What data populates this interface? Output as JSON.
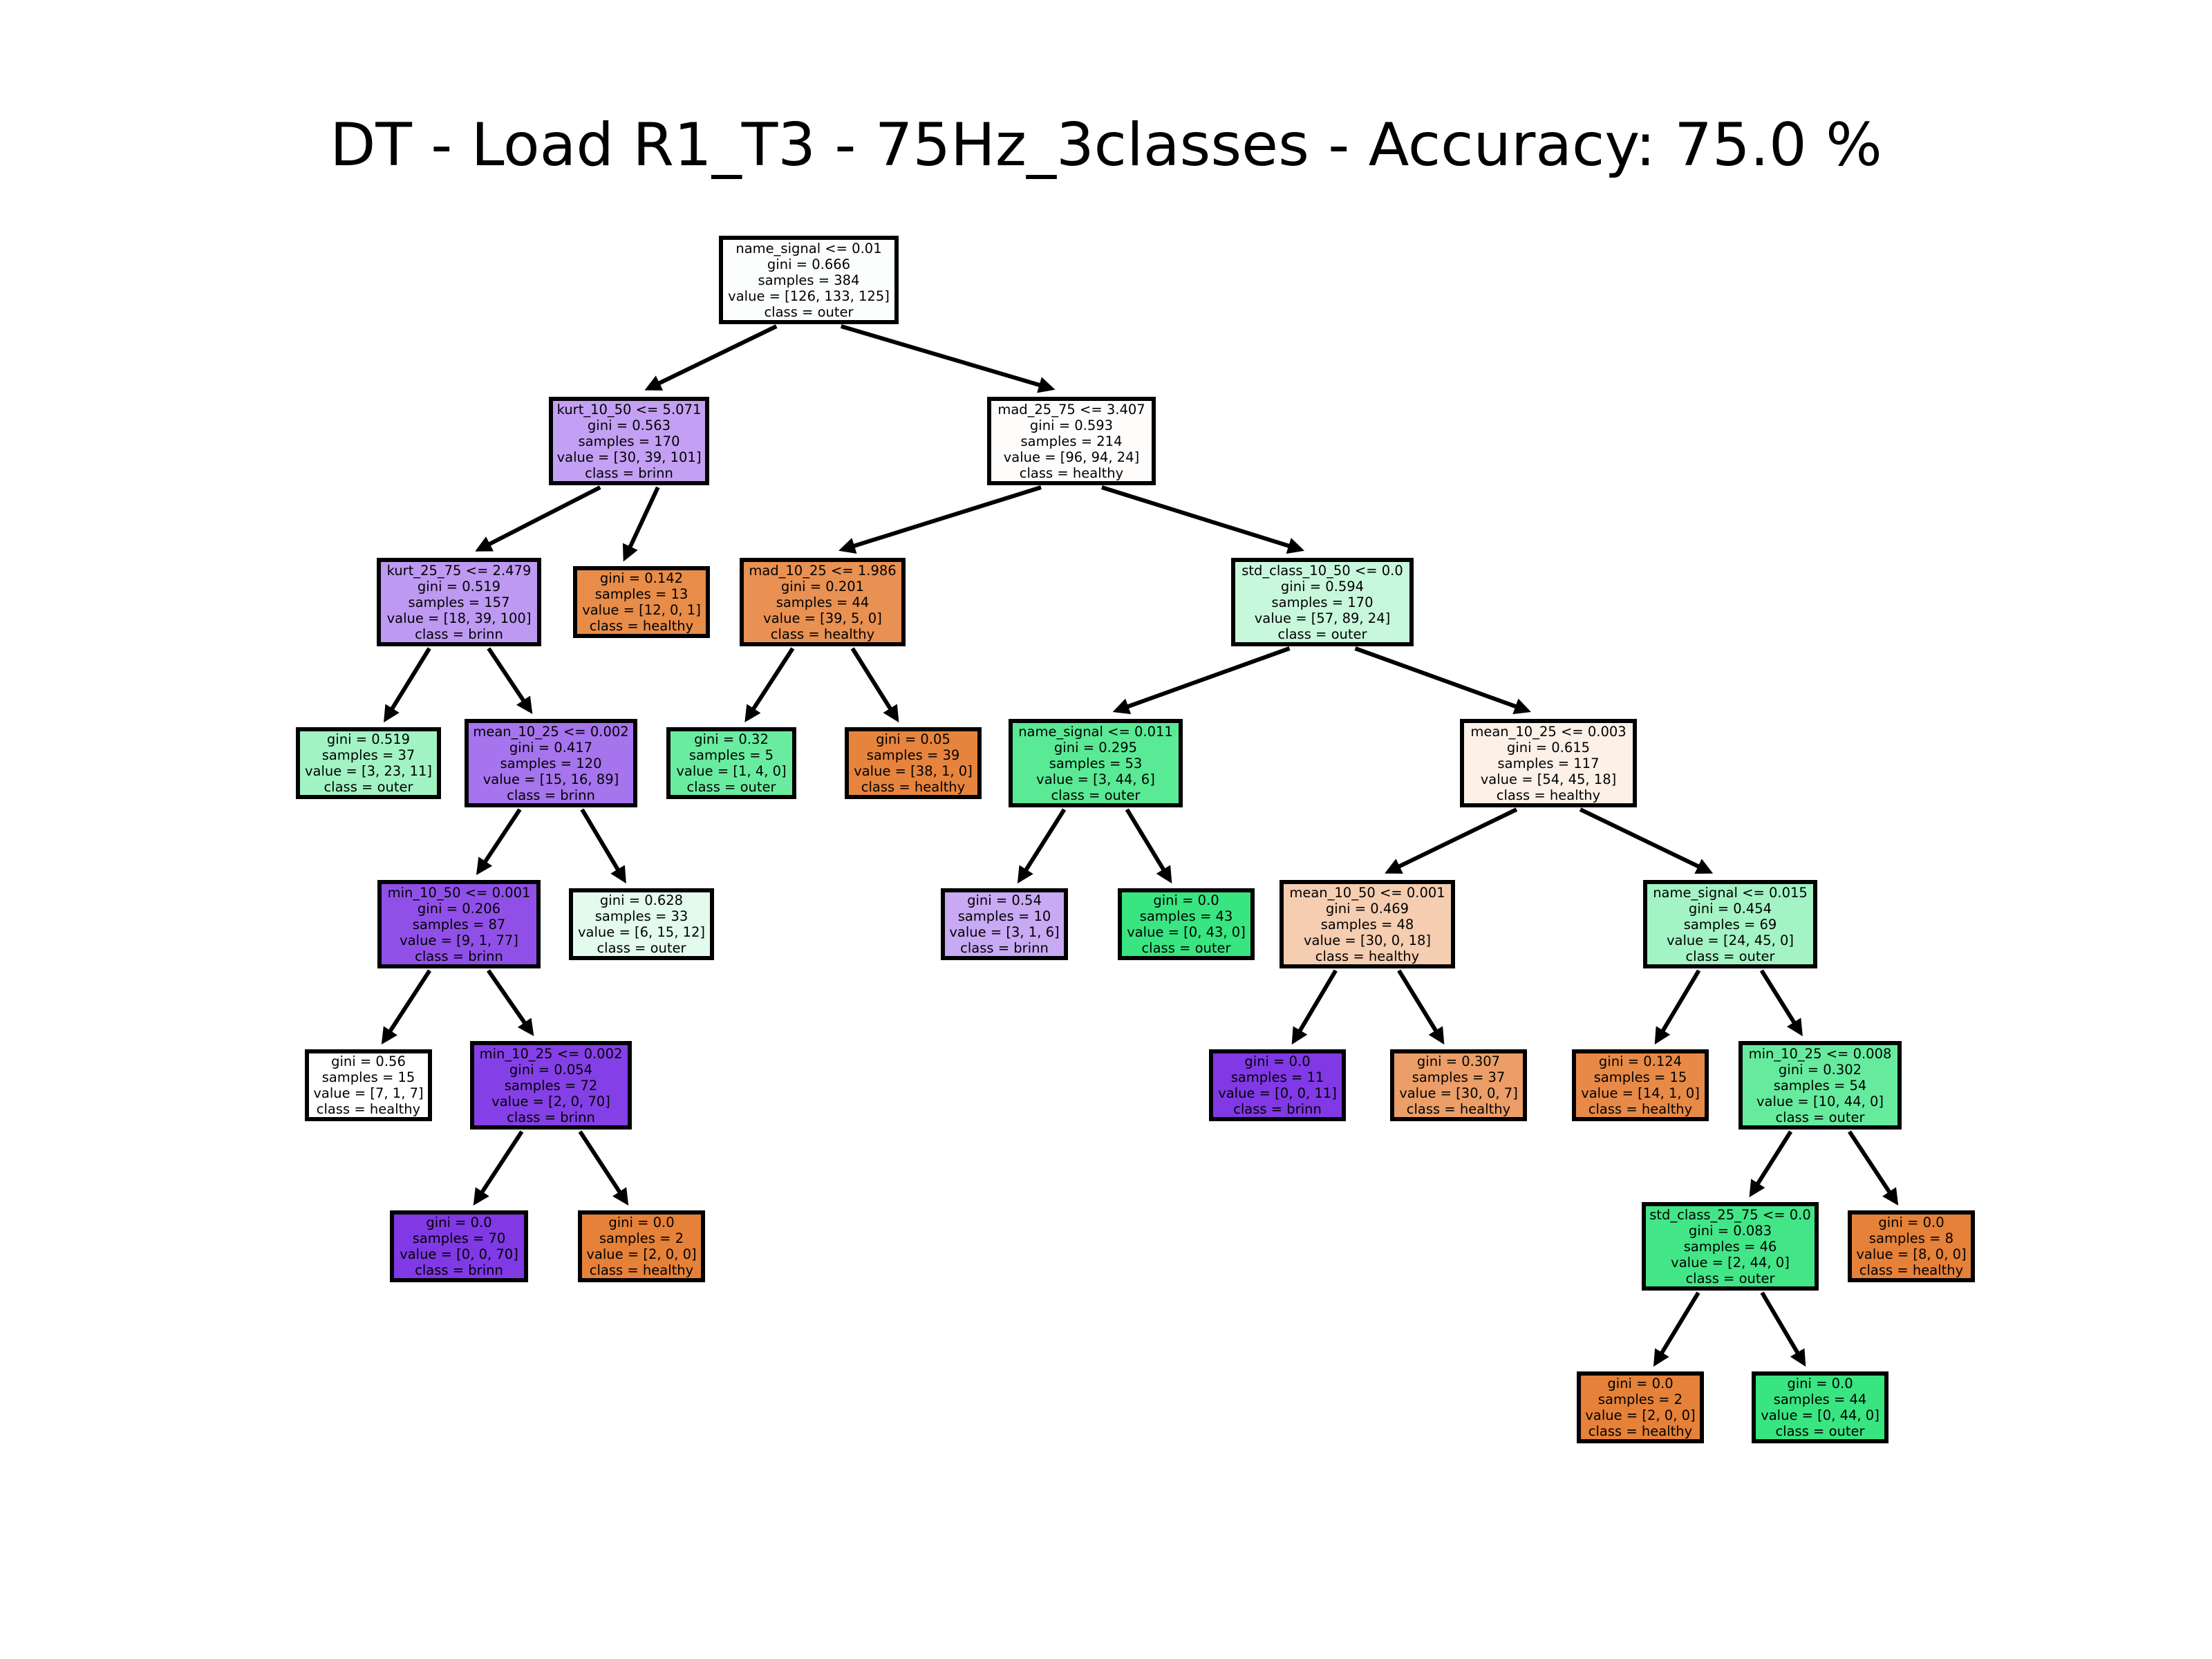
{
  "title": "DT - Load R1_T3 - 75Hz_3classes - Accuracy: 75.0 %",
  "colors": {
    "healthy": "#e58139",
    "outer": "#39e581",
    "brinn": "#8139e5"
  },
  "nodes": [
    {
      "id": "n0",
      "parent": null,
      "lines": [
        "name_signal <= 0.01",
        "gini = 0.666",
        "samples = 384",
        "value = [126, 133, 125]",
        "class = outer"
      ],
      "fill": "#fbfefc"
    },
    {
      "id": "n1",
      "parent": "n0",
      "lines": [
        "kurt_10_50 <= 5.071",
        "gini = 0.563",
        "samples = 170",
        "value = [30, 39, 101]",
        "class = brinn"
      ],
      "fill": "#c3a0f3"
    },
    {
      "id": "n2",
      "parent": "n1",
      "lines": [
        "kurt_25_75 <= 2.479",
        "gini = 0.519",
        "samples = 157",
        "value = [18, 39, 100]",
        "class = brinn"
      ],
      "fill": "#be99f2"
    },
    {
      "id": "n3",
      "parent": "n2",
      "lines": [
        "gini = 0.519",
        "samples = 37",
        "value = [3, 23, 11]",
        "class = outer"
      ],
      "fill": "#a2f3c4"
    },
    {
      "id": "n4",
      "parent": "n2",
      "lines": [
        "mean_10_25 <= 0.002",
        "gini = 0.417",
        "samples = 120",
        "value = [15, 16, 89]",
        "class = brinn"
      ],
      "fill": "#a674ed"
    },
    {
      "id": "n5",
      "parent": "n4",
      "lines": [
        "min_10_50 <= 0.001",
        "gini = 0.206",
        "samples = 87",
        "value = [9, 1, 77]",
        "class = brinn"
      ],
      "fill": "#9050e8"
    },
    {
      "id": "n6",
      "parent": "n5",
      "lines": [
        "gini = 0.56",
        "samples = 15",
        "value = [7, 1, 7]",
        "class = healthy"
      ],
      "fill": "#ffffff"
    },
    {
      "id": "n7",
      "parent": "n5",
      "lines": [
        "min_10_25 <= 0.002",
        "gini = 0.054",
        "samples = 72",
        "value = [2, 0, 70]",
        "class = brinn"
      ],
      "fill": "#853fe6"
    },
    {
      "id": "n8",
      "parent": "n7",
      "lines": [
        "gini = 0.0",
        "samples = 70",
        "value = [0, 0, 70]",
        "class = brinn"
      ],
      "fill": "#8139e5"
    },
    {
      "id": "n9",
      "parent": "n7",
      "lines": [
        "gini = 0.0",
        "samples = 2",
        "value = [2, 0, 0]",
        "class = healthy"
      ],
      "fill": "#e58139"
    },
    {
      "id": "n10",
      "parent": "n4",
      "lines": [
        "gini = 0.628",
        "samples = 33",
        "value = [6, 15, 12]",
        "class = outer"
      ],
      "fill": "#e3fbed"
    },
    {
      "id": "n11",
      "parent": "n1",
      "lines": [
        "gini = 0.142",
        "samples = 13",
        "value = [12, 0, 1]",
        "class = healthy"
      ],
      "fill": "#e78c49"
    },
    {
      "id": "n12",
      "parent": "n0",
      "lines": [
        "mad_25_75 <= 3.407",
        "gini = 0.593",
        "samples = 214",
        "value = [96, 94, 24]",
        "class = healthy"
      ],
      "fill": "#fffdfc"
    },
    {
      "id": "n13",
      "parent": "n12",
      "lines": [
        "mad_10_25 <= 1.986",
        "gini = 0.201",
        "samples = 44",
        "value = [39, 5, 0]",
        "class = healthy"
      ],
      "fill": "#e89152"
    },
    {
      "id": "n14",
      "parent": "n13",
      "lines": [
        "gini = 0.32",
        "samples = 5",
        "value = [1, 4, 0]",
        "class = outer"
      ],
      "fill": "#6aeca0"
    },
    {
      "id": "n15",
      "parent": "n13",
      "lines": [
        "gini = 0.05",
        "samples = 39",
        "value = [38, 1, 0]",
        "class = healthy"
      ],
      "fill": "#e6843e"
    },
    {
      "id": "n16",
      "parent": "n12",
      "lines": [
        "std_class_10_50 <= 0.0",
        "gini = 0.594",
        "samples = 170",
        "value = [57, 89, 24]",
        "class = outer"
      ],
      "fill": "#c8f8dc"
    },
    {
      "id": "n17",
      "parent": "n16",
      "lines": [
        "name_signal <= 0.011",
        "gini = 0.295",
        "samples = 53",
        "value = [3, 44, 6]",
        "class = outer"
      ],
      "fill": "#5ae995"
    },
    {
      "id": "n18",
      "parent": "n17",
      "lines": [
        "gini = 0.54",
        "samples = 10",
        "value = [3, 1, 6]",
        "class = brinn"
      ],
      "fill": "#c8a9f3"
    },
    {
      "id": "n19",
      "parent": "n17",
      "lines": [
        "gini = 0.0",
        "samples = 43",
        "value = [0, 43, 0]",
        "class = outer"
      ],
      "fill": "#39e581"
    },
    {
      "id": "n20",
      "parent": "n16",
      "lines": [
        "mean_10_25 <= 0.003",
        "gini = 0.615",
        "samples = 117",
        "value = [54, 45, 18]",
        "class = healthy"
      ],
      "fill": "#fcf0e7"
    },
    {
      "id": "n21",
      "parent": "n20",
      "lines": [
        "mean_10_50 <= 0.001",
        "gini = 0.469",
        "samples = 48",
        "value = [30, 0, 18]",
        "class = healthy"
      ],
      "fill": "#f5cdb0"
    },
    {
      "id": "n22",
      "parent": "n21",
      "lines": [
        "gini = 0.0",
        "samples = 11",
        "value = [0, 0, 11]",
        "class = brinn"
      ],
      "fill": "#8139e5"
    },
    {
      "id": "n23",
      "parent": "n21",
      "lines": [
        "gini = 0.307",
        "samples = 37",
        "value = [30, 0, 7]",
        "class = healthy"
      ],
      "fill": "#eb9e67"
    },
    {
      "id": "n24",
      "parent": "n20",
      "lines": [
        "name_signal <= 0.015",
        "gini = 0.454",
        "samples = 69",
        "value = [24, 45, 0]",
        "class = outer"
      ],
      "fill": "#a3f3c5"
    },
    {
      "id": "n25",
      "parent": "n24",
      "lines": [
        "gini = 0.124",
        "samples = 15",
        "value = [14, 1, 0]",
        "class = healthy"
      ],
      "fill": "#e78a47"
    },
    {
      "id": "n26",
      "parent": "n24",
      "lines": [
        "min_10_25 <= 0.008",
        "gini = 0.302",
        "samples = 54",
        "value = [10, 44, 0]",
        "class = outer"
      ],
      "fill": "#66eb9e"
    },
    {
      "id": "n27",
      "parent": "n26",
      "lines": [
        "std_class_25_75 <= 0.0",
        "gini = 0.083",
        "samples = 46",
        "value = [2, 44, 0]",
        "class = outer"
      ],
      "fill": "#42e687"
    },
    {
      "id": "n28",
      "parent": "n27",
      "lines": [
        "gini = 0.0",
        "samples = 2",
        "value = [2, 0, 0]",
        "class = healthy"
      ],
      "fill": "#e58139"
    },
    {
      "id": "n29",
      "parent": "n27",
      "lines": [
        "gini = 0.0",
        "samples = 44",
        "value = [0, 44, 0]",
        "class = outer"
      ],
      "fill": "#39e581"
    },
    {
      "id": "n30",
      "parent": "n26",
      "lines": [
        "gini = 0.0",
        "samples = 8",
        "value = [8, 0, 0]",
        "class = healthy"
      ],
      "fill": "#e58139"
    }
  ]
}
